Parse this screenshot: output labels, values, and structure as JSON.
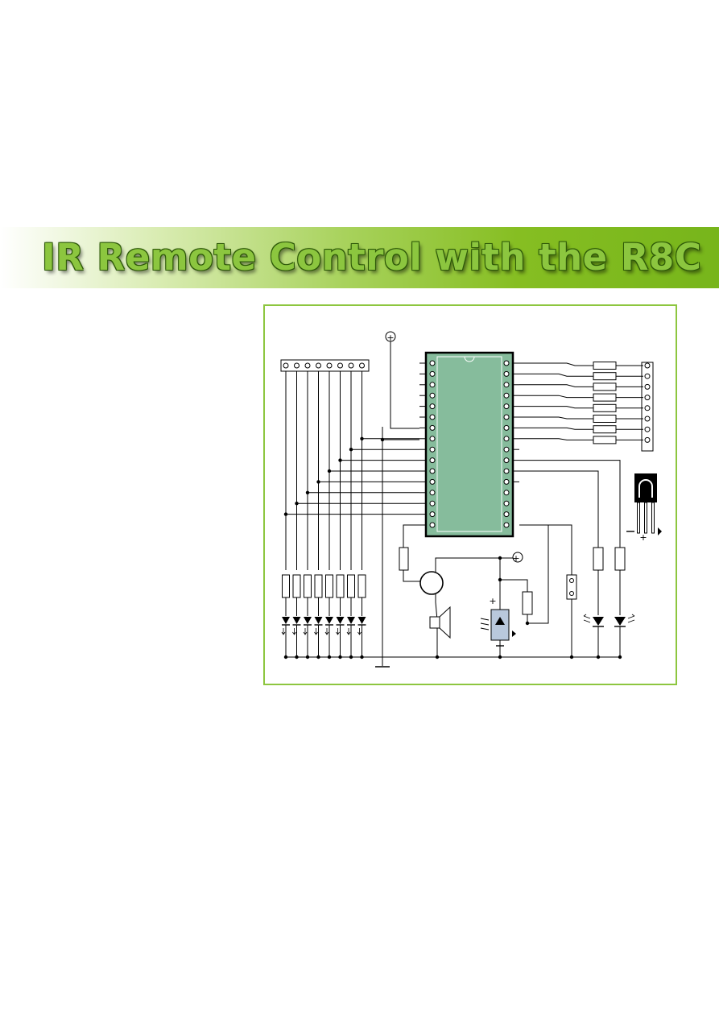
{
  "header": {
    "title": "IR Remote Control with the R8C"
  },
  "colors": {
    "banner_start": "#ffffff",
    "banner_end": "#77b51b",
    "title_fill": "#8cc63f",
    "title_outline": "#2f5a0a",
    "frame_border": "#8dc63f",
    "ic_body": "#86bc9c",
    "sensor_body": "#b9c8dc"
  },
  "schematic": {
    "supply_symbol": "+",
    "sensor_plus": "+",
    "receiver_plus": "+",
    "led_column_count": 8,
    "output_resistor_count": 8,
    "ic_pins_per_side": 16
  }
}
